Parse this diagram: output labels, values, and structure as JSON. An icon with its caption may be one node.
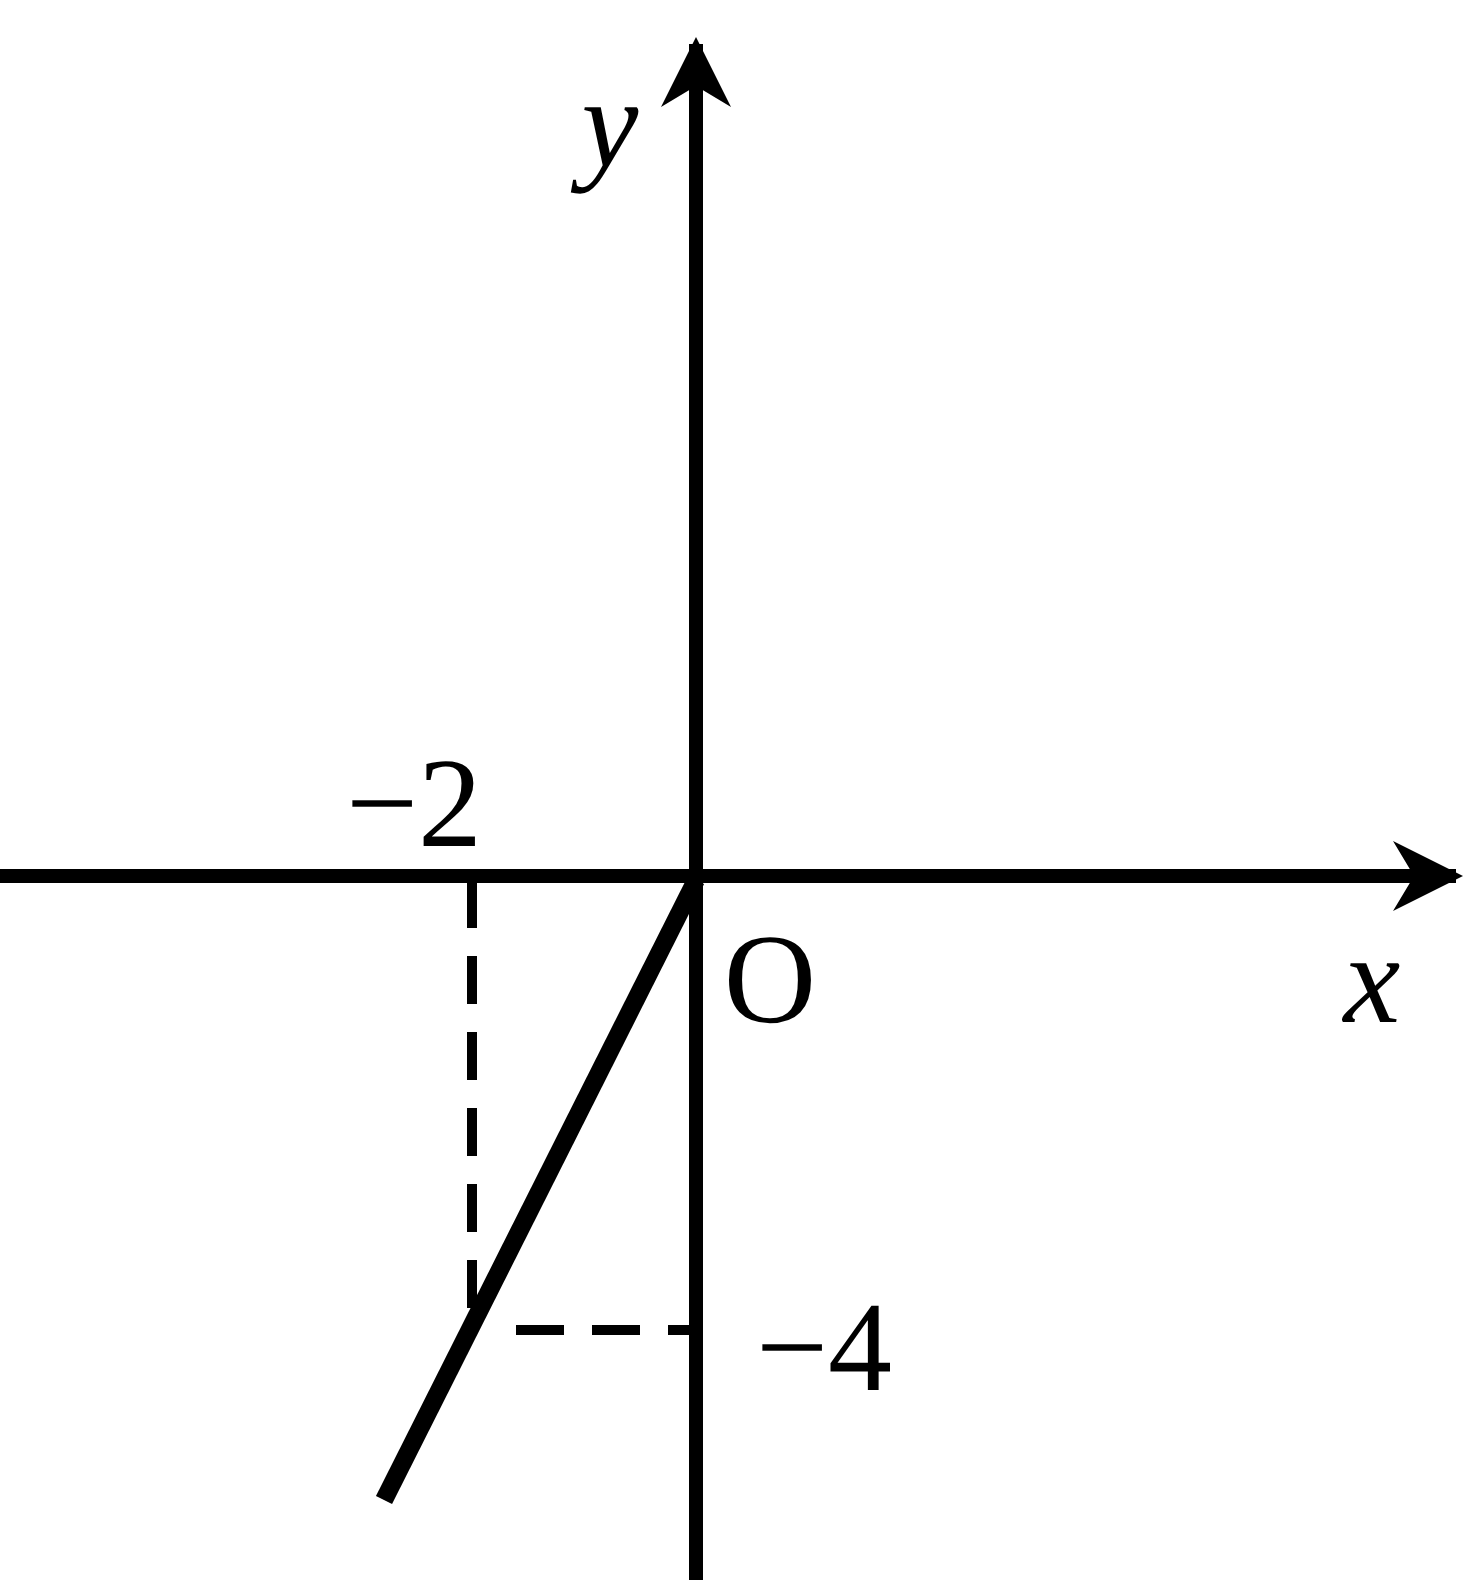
{
  "diagram": {
    "labels": [
      "y",
      "−2",
      "O",
      "x",
      "−4"
    ]
  }
}
